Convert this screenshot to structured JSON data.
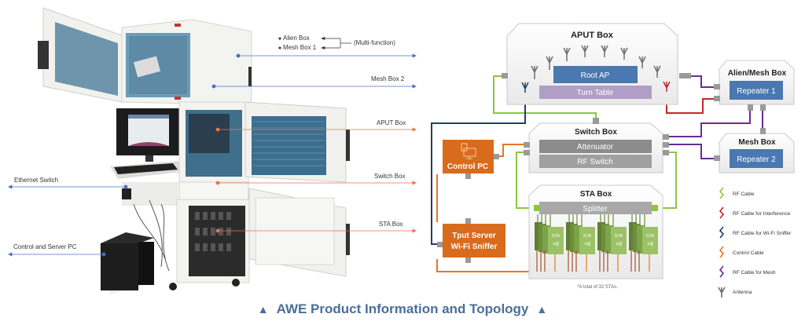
{
  "caption": {
    "title": "AWE Product Information and Topology",
    "marker_left": "▲",
    "marker_right": "▲"
  },
  "photo_labels": {
    "alien_box": "Alien Box",
    "mesh_box_1": "Mesh Box 1",
    "multi_function": "(Multi-function)",
    "mesh_box_2": "Mesh Box 2",
    "aput_box": "APUT Box",
    "switch_box": "Switch Box",
    "sta_box": "STA Box",
    "ethernet_switch": "Ethernet Switch",
    "control_server_pc": "Control and Server PC"
  },
  "topology": {
    "aput_box": {
      "title": "APUT Box",
      "root_ap": "Root AP",
      "turn_table": "Turn Table"
    },
    "alien_mesh_box": {
      "title": "Alien/Mesh Box",
      "repeater": "Repeater 1"
    },
    "mesh_box": {
      "title": "Mesh Box",
      "repeater": "Repeater 2"
    },
    "switch_box": {
      "title": "Switch Box",
      "attenuator": "Attenuator",
      "rf_switch": "RF Switch"
    },
    "control_pc": {
      "title": "Control PC"
    },
    "tput_server": {
      "line1": "Tput Server",
      "line2": "Wi-Fi Sniffer"
    },
    "sta_box": {
      "title": "STA Box",
      "splitter": "Splitter",
      "groups": [
        {
          "label": "STA",
          "count": "×8"
        },
        {
          "label": "STA",
          "count": "×8"
        },
        {
          "label": "STA",
          "count": "×8"
        },
        {
          "label": "STA",
          "count": "×8"
        }
      ],
      "footnote": "*A total of 32 STAs."
    }
  },
  "legend": [
    {
      "label": "RF Cable",
      "color": "#8cc63f",
      "icon": "cable-icon"
    },
    {
      "label": "RF Cable for Interference",
      "color": "#c1272d",
      "icon": "cable-icon"
    },
    {
      "label": "RF Cable for Wi-Fi Sniffer",
      "color": "#1f3f6b",
      "icon": "cable-icon"
    },
    {
      "label": "Control Cable",
      "color": "#e87722",
      "icon": "cable-icon"
    },
    {
      "label": "RF Cable for Mesh",
      "color": "#6a2c91",
      "icon": "cable-icon"
    },
    {
      "label": "Antenna",
      "color": "#666666",
      "icon": "antenna-icon"
    }
  ],
  "colors": {
    "accent_blue": "#4a78b0",
    "turn_table": "#b09ec6",
    "orange": "#d96b1c",
    "gray_bar": "#8c8c8c",
    "sta_green": "#8fb85a",
    "title_blue": "#4a6f9a"
  }
}
